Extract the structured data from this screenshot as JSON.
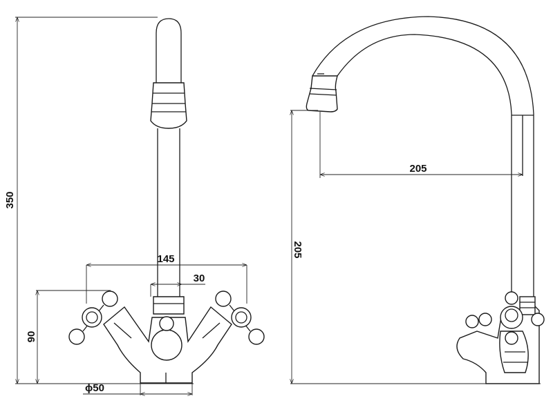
{
  "drawing": {
    "front_view": {
      "dimensions": {
        "total_height": "350",
        "handle_span": "145",
        "spout_diameter": "30",
        "handle_height": "90",
        "base_diameter": "ϕ50"
      }
    },
    "side_view": {
      "dimensions": {
        "spout_reach": "205",
        "spout_height": "205"
      }
    },
    "colors": {
      "line": "#1a1a1a",
      "background": "#ffffff"
    }
  }
}
